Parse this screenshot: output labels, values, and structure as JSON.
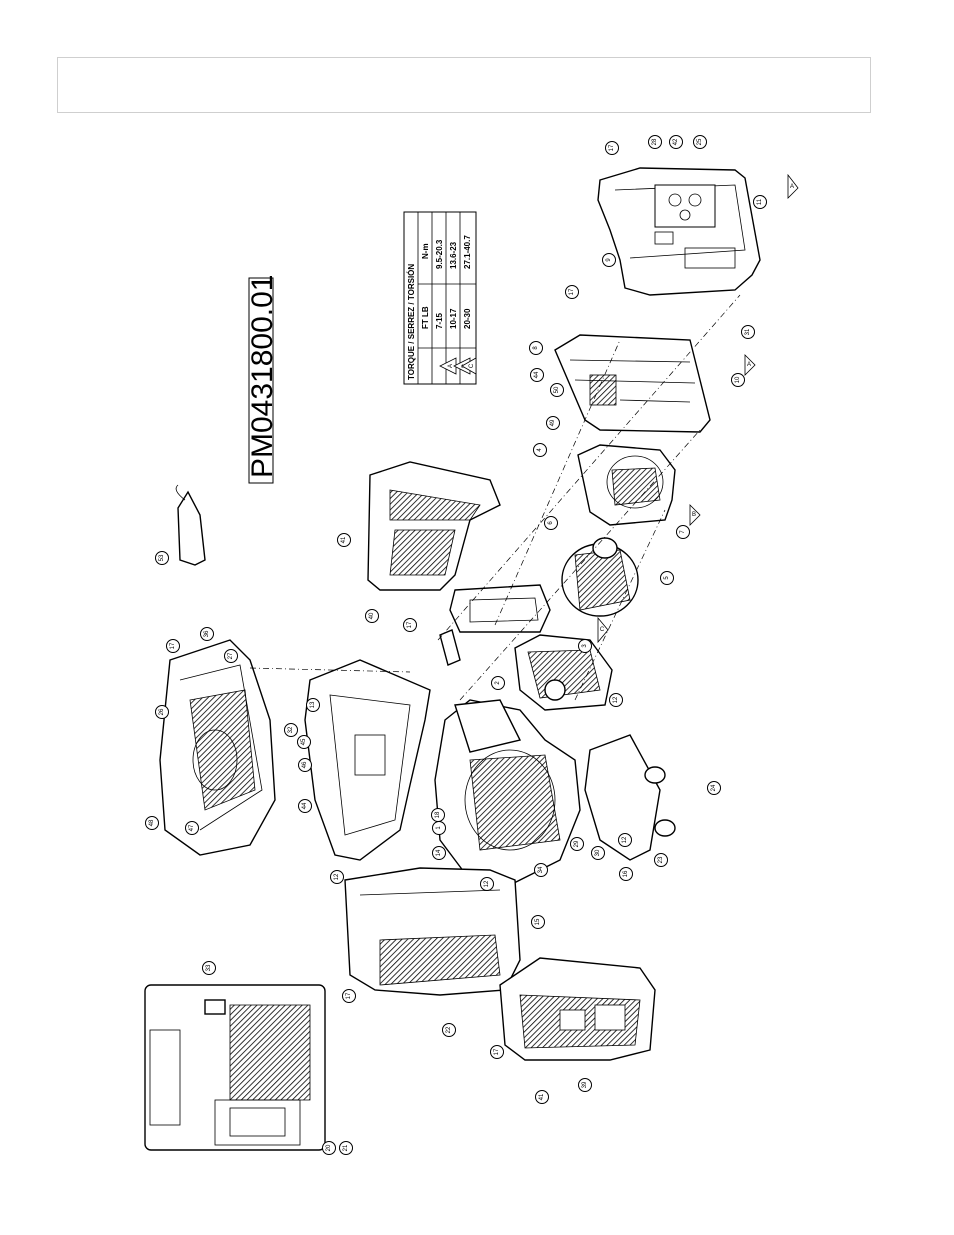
{
  "header": {
    "text": ""
  },
  "part_number": "PM0431800.01",
  "torque_table": {
    "title": "TORQUE / SERREZ / TORSIÓN",
    "columns": [
      "",
      "FT LB",
      "N-m"
    ],
    "rows": [
      {
        "key": "A",
        "ftlb": "7-15",
        "nm": "9.5-20.3"
      },
      {
        "key": "B",
        "ftlb": "10-17",
        "nm": "13.6-23"
      },
      {
        "key": "C",
        "ftlb": "20-30",
        "nm": "27.1-40.7"
      }
    ]
  },
  "callouts": [
    {
      "label": "17"
    },
    {
      "label": "28"
    },
    {
      "label": "42"
    },
    {
      "label": "25"
    },
    {
      "label": "11"
    },
    {
      "label": "9"
    },
    {
      "label": "17"
    },
    {
      "label": "31"
    },
    {
      "label": "8"
    },
    {
      "label": "44"
    },
    {
      "label": "50"
    },
    {
      "label": "49"
    },
    {
      "label": "10"
    },
    {
      "label": "4"
    },
    {
      "label": "6"
    },
    {
      "label": "7"
    },
    {
      "label": "5"
    },
    {
      "label": "3"
    },
    {
      "label": "2"
    },
    {
      "label": "12"
    },
    {
      "label": "17"
    },
    {
      "label": "40"
    },
    {
      "label": "41"
    },
    {
      "label": "53"
    },
    {
      "label": "17"
    },
    {
      "label": "36"
    },
    {
      "label": "27"
    },
    {
      "label": "26"
    },
    {
      "label": "13"
    },
    {
      "label": "32"
    },
    {
      "label": "45"
    },
    {
      "label": "46"
    },
    {
      "label": "44"
    },
    {
      "label": "48"
    },
    {
      "label": "47"
    },
    {
      "label": "18"
    },
    {
      "label": "1"
    },
    {
      "label": "14"
    },
    {
      "label": "34"
    },
    {
      "label": "12"
    },
    {
      "label": "29"
    },
    {
      "label": "30"
    },
    {
      "label": "12"
    },
    {
      "label": "16"
    },
    {
      "label": "24"
    },
    {
      "label": "23"
    },
    {
      "label": "12"
    },
    {
      "label": "15"
    },
    {
      "label": "17"
    },
    {
      "label": "22"
    },
    {
      "label": "33"
    },
    {
      "label": "17"
    },
    {
      "label": "39"
    },
    {
      "label": "41"
    },
    {
      "label": "20"
    },
    {
      "label": "21"
    }
  ],
  "torque_markers": [
    {
      "key": "A"
    },
    {
      "key": "A"
    },
    {
      "key": "B"
    },
    {
      "key": "C"
    }
  ]
}
